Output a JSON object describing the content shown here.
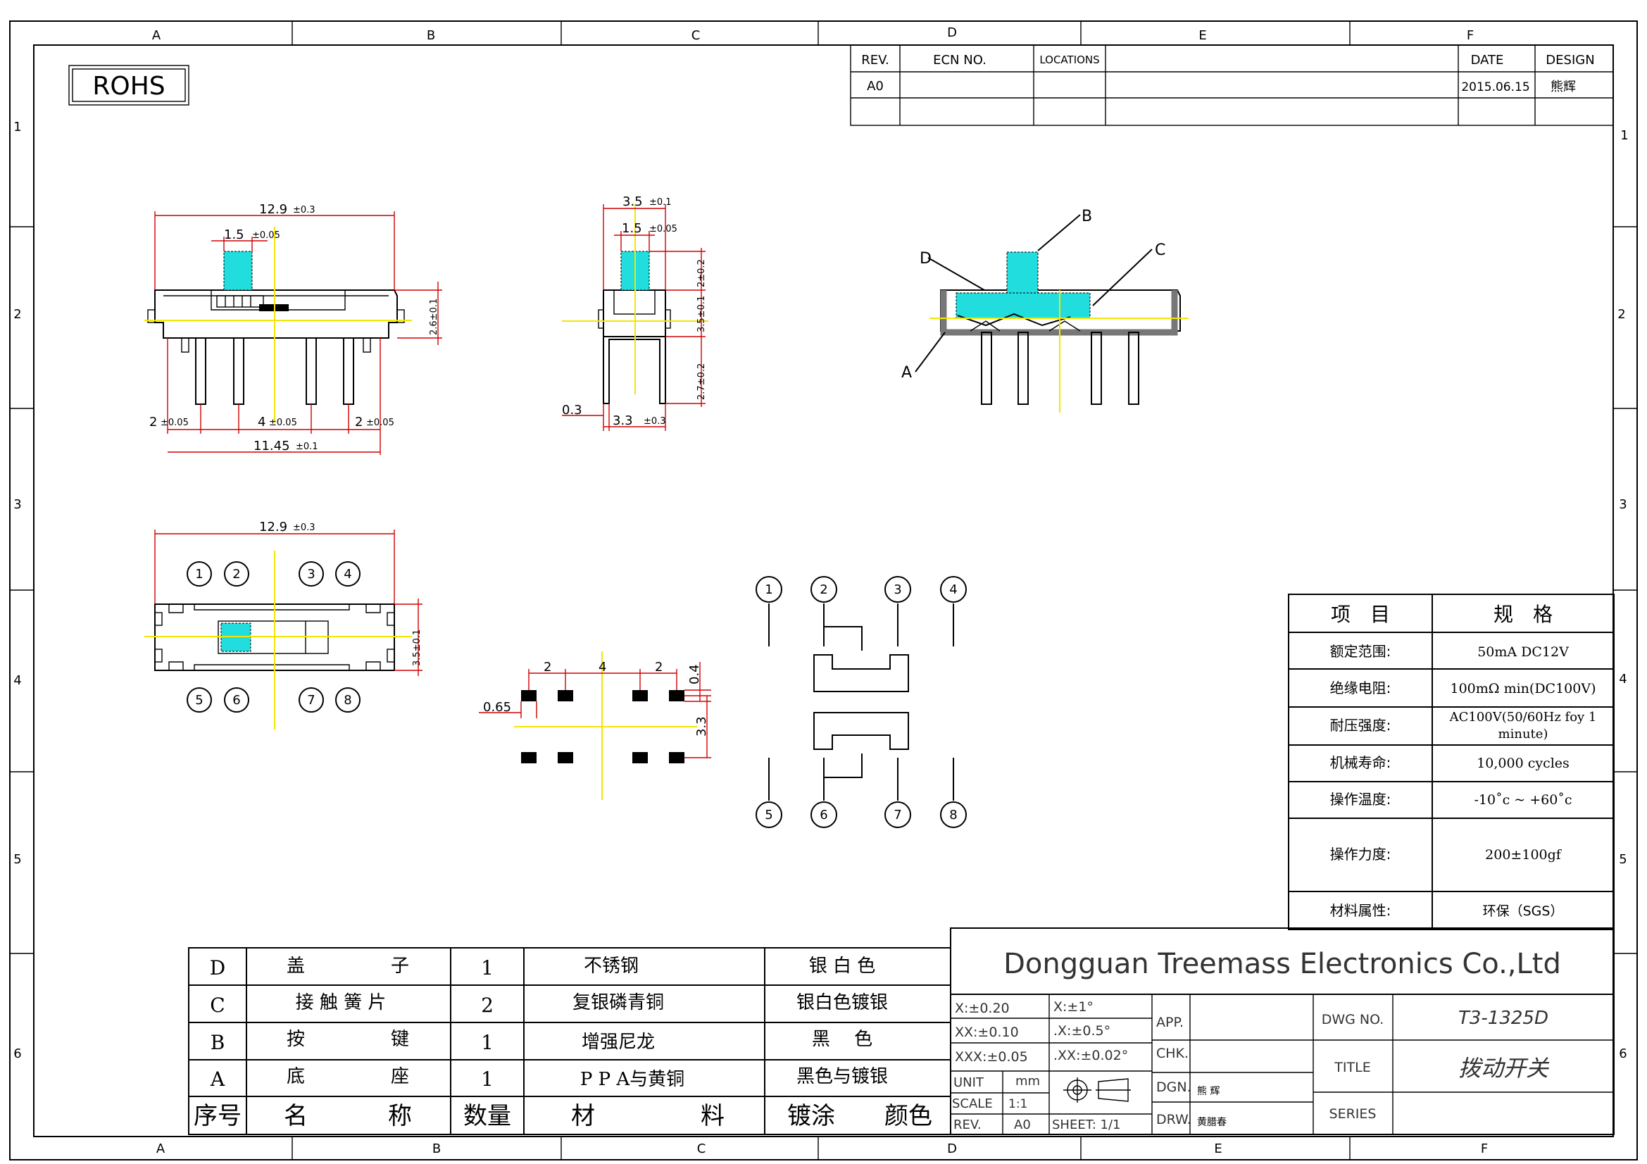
{
  "frame": {
    "col_letters": [
      "A",
      "B",
      "C",
      "D",
      "E",
      "F"
    ],
    "row_numbers": [
      "1",
      "2",
      "3",
      "4",
      "5",
      "6"
    ]
  },
  "rohs": "ROHS",
  "revision_table": {
    "headers": {
      "rev": "REV.",
      "ecn": "ECN NO.",
      "locations": "LOCATIONS",
      "date": "DATE",
      "design": "DESIGN"
    },
    "row": {
      "rev": "A0",
      "date": "2015.06.15",
      "design": "熊辉"
    }
  },
  "views": {
    "side": {
      "overall_width": "12.9",
      "overall_tol": "±0.3",
      "actuator_width": "1.5",
      "actuator_tol": "±0.05",
      "height": "2.6±0.1",
      "pitch_left": "2",
      "pitch_left_tol": "±0.05",
      "pitch_mid": "4",
      "pitch_mid_tol": "±0.05",
      "pitch_right": "2",
      "pitch_right_tol": "±0.05",
      "pin_span": "11.45",
      "pin_span_tol": "±0.1"
    },
    "end": {
      "top_width": "3.5",
      "top_tol": "±0.1",
      "actuator_width": "1.5",
      "actuator_tol": "±0.05",
      "h1": "2±0.2",
      "h2": "3.5±0.1",
      "h3": "2.7±0.2",
      "thickness": "0.3",
      "bottom_width": "3.3",
      "bottom_tol": "±0.3"
    },
    "section": {
      "label_a": "A",
      "label_b": "B",
      "label_c": "C",
      "label_d": "D"
    },
    "top": {
      "overall_width": "12.9",
      "overall_tol": "±0.3",
      "depth": "3.5±0.1",
      "pins_top": [
        "1",
        "2",
        "3",
        "4"
      ],
      "pins_bottom": [
        "5",
        "6",
        "7",
        "8"
      ]
    },
    "pad_layout": {
      "pitch_a": "2",
      "pitch_b": "4",
      "pitch_c": "2",
      "pad_h": "0.4",
      "pad_w": "0.65",
      "row_gap": "3.3"
    },
    "schematic": {
      "pins_top": [
        "1",
        "2",
        "3",
        "4"
      ],
      "pins_bottom": [
        "5",
        "6",
        "7",
        "8"
      ]
    }
  },
  "spec_table": {
    "header_item": "项　目",
    "header_spec": "规　格",
    "rows": [
      {
        "item": "额定范围:",
        "spec": "50mA DC12V"
      },
      {
        "item": "绝缘电阻:",
        "spec": "100mΩ min(DC100V)"
      },
      {
        "item": "耐压强度:",
        "spec": "AC100V(50/60Hz foy 1",
        "spec2": "minute)"
      },
      {
        "item": "机械寿命:",
        "spec": "10,000 cycles"
      },
      {
        "item": "操作温度:",
        "spec": "-10˚c ~ +60˚c"
      },
      {
        "item": "操作力度:",
        "spec": "200±100gf"
      },
      {
        "item": "材料属性:",
        "spec": "环保（SGS）"
      }
    ]
  },
  "bom": {
    "rows": [
      {
        "id": "D",
        "name_a": "盖",
        "name_b": "子",
        "qty": "1",
        "material": "不锈钢",
        "finish": "银 白 色"
      },
      {
        "id": "C",
        "name_a": "接 触 簧 片",
        "name_b": "",
        "qty": "2",
        "material": "复银磷青铜",
        "finish": "银白色镀银"
      },
      {
        "id": "B",
        "name_a": "按",
        "name_b": "键",
        "qty": "1",
        "material": "增强尼龙",
        "finish": "黑　 色"
      },
      {
        "id": "A",
        "name_a": "底",
        "name_b": "座",
        "qty": "1",
        "material": "P P A与黄铜",
        "finish": "黑色与镀银"
      }
    ],
    "header": {
      "id": "序号",
      "name_a": "名",
      "name_b": "称",
      "qty": "数量",
      "material_a": "材",
      "material_b": "料",
      "finish_a": "镀涂",
      "finish_b": "颜色"
    }
  },
  "title_block": {
    "company": "Dongguan Treemass Electronics Co.,Ltd",
    "tol_x": "X:±0.20",
    "tol_xx": "XX:±0.10",
    "tol_xxx": "XXX:±0.05",
    "ang_x": "X:±1°",
    "ang_xx": ".X:±0.5°",
    "ang_xxx": ".XX:±0.02°",
    "unit_label": "UNIT",
    "unit_value": "mm",
    "scale_label": "SCALE",
    "scale_value": "1:1",
    "rev_label": "REV.",
    "rev_value": "A0",
    "sheet": "SHEET:  1/1",
    "app": "APP.",
    "chk": "CHK.",
    "dgn": "DGN.",
    "dgn_name": "熊 辉",
    "drw": "DRW.",
    "drw_name": "黄腊春",
    "dwg_label": "DWG NO.",
    "dwg_value": "T3-1325D",
    "title_label": "TITLE",
    "title_value": "拨动开关",
    "series_label": "SERIES"
  }
}
